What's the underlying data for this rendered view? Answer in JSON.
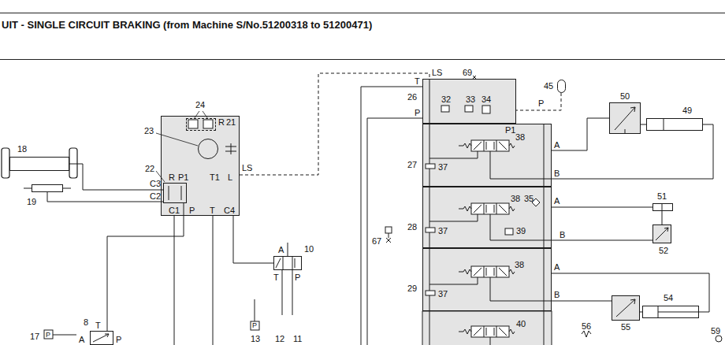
{
  "diagram": {
    "title": "UIT - SINGLE CIRCUIT BRAKING (from Machine S/No.51200318 to 51200471)",
    "nodes": [
      {
        "text": [
          "18"
        ]
      },
      {
        "text": [
          "19"
        ]
      },
      {
        "text": [
          "21"
        ]
      },
      {
        "text": [
          "24"
        ],
        "in": 2
      },
      {
        "text": [
          "23"
        ],
        "in": 2
      },
      {
        "text": [
          "22"
        ],
        "in": 2
      },
      {
        "text": [
          "10"
        ]
      },
      {
        "text": [
          "26"
        ]
      },
      {
        "text": [
          "27"
        ]
      },
      {
        "text": [
          "28"
        ]
      },
      {
        "text": [
          "29"
        ]
      },
      {
        "text": [
          "50"
        ]
      },
      {
        "text": [
          "49"
        ]
      },
      {
        "text": [
          "51"
        ]
      },
      {
        "text": [
          "52"
        ]
      },
      {
        "text": [
          "55"
        ]
      },
      {
        "text": [
          "54"
        ]
      },
      {
        "text": [
          "45"
        ]
      },
      {
        "text": [
          "8"
        ]
      }
    ],
    "edges": [
      {
        "from": 5,
        "to": 0,
        "arrow": "none"
      },
      {
        "from": 5,
        "to": 1,
        "arrow": "none"
      },
      {
        "from": 2,
        "to": 7,
        "arrow": "none"
      },
      {
        "from": 2,
        "to": 6,
        "arrow": "none"
      },
      {
        "from": 8,
        "to": 11,
        "arrow": "none"
      },
      {
        "from": 8,
        "to": 12,
        "arrow": "none"
      },
      {
        "from": 11,
        "to": 12,
        "arrow": "none"
      },
      {
        "from": 9,
        "to": 13,
        "arrow": "none"
      },
      {
        "from": 9,
        "to": 14,
        "arrow": "none"
      },
      {
        "from": 13,
        "to": 14,
        "arrow": "none"
      },
      {
        "from": 10,
        "to": 16,
        "arrow": "none"
      },
      {
        "from": 10,
        "to": 15,
        "arrow": "none"
      },
      {
        "from": 15,
        "to": 16,
        "arrow": "none"
      },
      {
        "from": 17,
        "to": 7,
        "arrow": "none"
      },
      {
        "from": 18,
        "to": 5,
        "arrow": "none"
      }
    ],
    "labels": [
      "LS",
      "69",
      "T",
      "32",
      "33",
      "34",
      "P",
      "P",
      "P1",
      "38",
      "A",
      "B",
      "37",
      "38",
      "35",
      "A",
      "39",
      "B",
      "37",
      "38",
      "A",
      "B",
      "37",
      "40",
      "56",
      "59",
      "67",
      "R",
      "R",
      "P1",
      "T1",
      "L",
      "LS",
      "C3",
      "C2",
      "C1",
      "P",
      "T",
      "C4",
      "A",
      "T",
      "P",
      "17",
      "P",
      "T",
      "A",
      "P",
      "13",
      "P",
      "12",
      "11"
    ]
  }
}
